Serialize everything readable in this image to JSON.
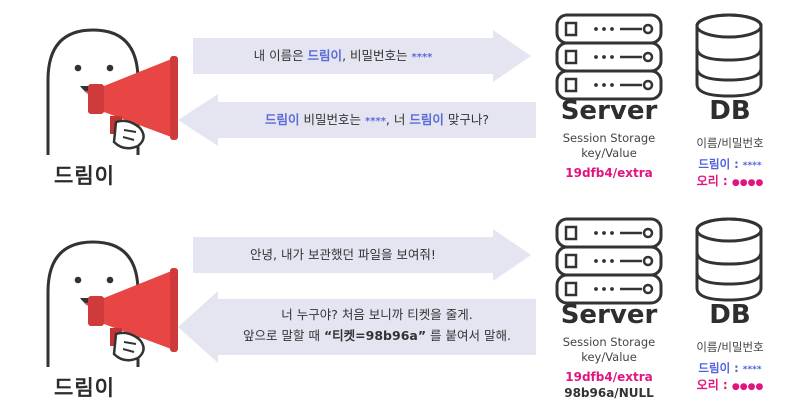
{
  "scenario_login": {
    "user_label": "드림이",
    "request_msg": {
      "prefix": "내 이름은 ",
      "name": "드림이",
      "mid": ", 비밀번호는 ",
      "pw": "****"
    },
    "response_msg": {
      "name": "드림이",
      "mid": " 비밀번호는 ",
      "pw": "****",
      "mid2": ", 너 ",
      "name2": "드림이",
      "suffix": " 맞구나?"
    },
    "server": {
      "title": "Server",
      "storage_label": "Session Storage",
      "kv_label": "key/Value",
      "session_entry": "19dfb4/extra"
    },
    "db": {
      "title": "DB",
      "schema_label": "이름/비밀번호",
      "rows": [
        {
          "name": "드림이 :",
          "value": "****",
          "color": "#4f61e0"
        },
        {
          "name": "오리 :",
          "value": "●●●●",
          "color": "#e0157f"
        }
      ]
    }
  },
  "scenario_ticket": {
    "user_label": "드림이",
    "request_msg": "안녕, 내가 보관했던 파일을 보여줘!",
    "response_line1": "너 누구야? 처음 보니까 티켓을 줄게.",
    "response_line2": {
      "prefix": "앞으로 말할 때 ",
      "ticket": "“티켓=98b96a”",
      "suffix": " 를 붙여서 말해."
    },
    "server": {
      "title": "Server",
      "storage_label": "Session Storage",
      "kv_label": "key/Value",
      "session_entry": "19dfb4/extra",
      "session_entry_new": "98b96a/NULL"
    },
    "db": {
      "title": "DB",
      "schema_label": "이름/비밀번호",
      "rows": [
        {
          "name": "드림이 :",
          "value": "****",
          "color": "#4f61e0"
        },
        {
          "name": "오리 :",
          "value": "●●●●",
          "color": "#e0157f"
        }
      ]
    }
  },
  "colors": {
    "arrow": "#e4e5f1",
    "highlight": "#5b6bd8",
    "pink": "#e0157f",
    "megaphone": "#e84545"
  }
}
